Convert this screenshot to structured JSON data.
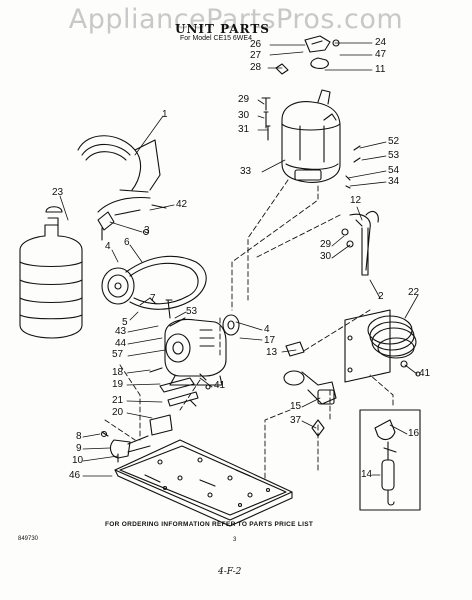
{
  "watermark": "AppliancePartsPros.com",
  "title": "UNIT PARTS",
  "subtitle": "For Model CE15 6WE4",
  "footer": "FOR ORDERING INFORMATION REFER TO PARTS PRICE LIST",
  "doc_number": "849730",
  "page_number": "3",
  "handwritten": "4-F-2",
  "callouts": [
    {
      "id": "26",
      "text": "26"
    },
    {
      "id": "24",
      "text": "24"
    },
    {
      "id": "27",
      "text": "27"
    },
    {
      "id": "47",
      "text": "47"
    },
    {
      "id": "28",
      "text": "28"
    },
    {
      "id": "11",
      "text": "11"
    },
    {
      "id": "29a",
      "text": "29"
    },
    {
      "id": "30a",
      "text": "30"
    },
    {
      "id": "31",
      "text": "31"
    },
    {
      "id": "52",
      "text": "52"
    },
    {
      "id": "53a",
      "text": "53"
    },
    {
      "id": "54",
      "text": "54"
    },
    {
      "id": "33",
      "text": "33"
    },
    {
      "id": "34",
      "text": "34"
    },
    {
      "id": "1",
      "text": "1"
    },
    {
      "id": "23",
      "text": "23"
    },
    {
      "id": "42",
      "text": "42"
    },
    {
      "id": "3",
      "text": "3"
    },
    {
      "id": "4a",
      "text": "4"
    },
    {
      "id": "6",
      "text": "6"
    },
    {
      "id": "7",
      "text": "7"
    },
    {
      "id": "12",
      "text": "12"
    },
    {
      "id": "29b",
      "text": "29"
    },
    {
      "id": "30b",
      "text": "30"
    },
    {
      "id": "2",
      "text": "2"
    },
    {
      "id": "22",
      "text": "22"
    },
    {
      "id": "5",
      "text": "5"
    },
    {
      "id": "53b",
      "text": "53"
    },
    {
      "id": "4b",
      "text": "4"
    },
    {
      "id": "43",
      "text": "43"
    },
    {
      "id": "44",
      "text": "44"
    },
    {
      "id": "17",
      "text": "17"
    },
    {
      "id": "57",
      "text": "57"
    },
    {
      "id": "13",
      "text": "13"
    },
    {
      "id": "41a",
      "text": "41"
    },
    {
      "id": "18",
      "text": "18"
    },
    {
      "id": "19",
      "text": "19"
    },
    {
      "id": "41b",
      "text": "41"
    },
    {
      "id": "21",
      "text": "21"
    },
    {
      "id": "15",
      "text": "15"
    },
    {
      "id": "20",
      "text": "20"
    },
    {
      "id": "37",
      "text": "37"
    },
    {
      "id": "8",
      "text": "8"
    },
    {
      "id": "9",
      "text": "9"
    },
    {
      "id": "16",
      "text": "16"
    },
    {
      "id": "10",
      "text": "10"
    },
    {
      "id": "46",
      "text": "46"
    },
    {
      "id": "14",
      "text": "14"
    }
  ]
}
